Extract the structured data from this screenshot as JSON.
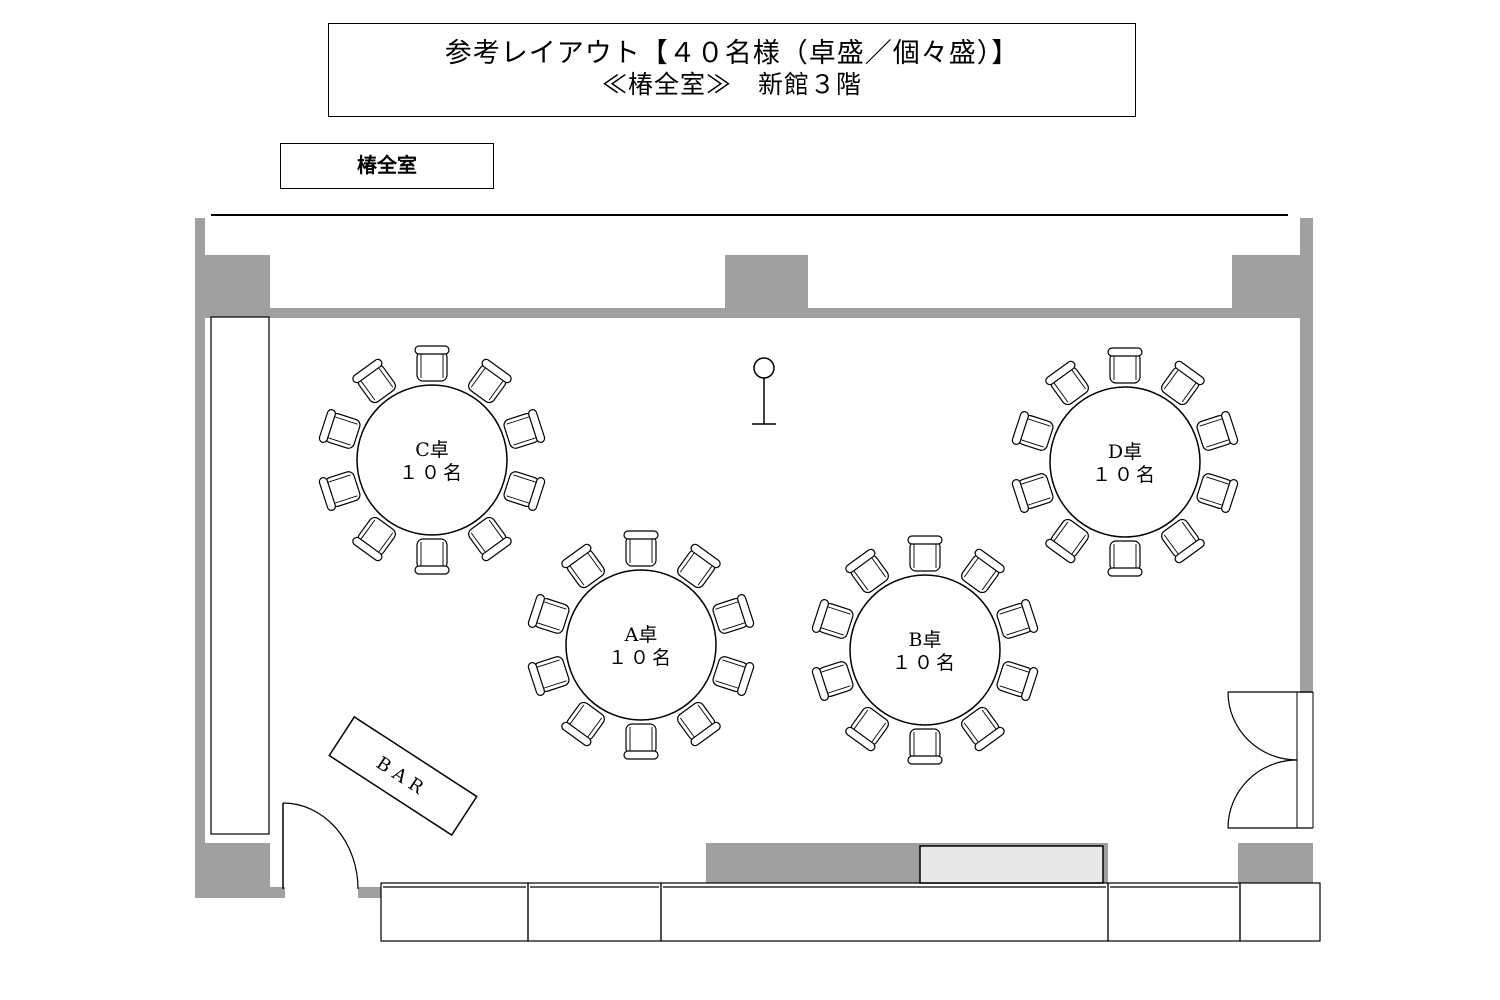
{
  "header": {
    "title_line1": "参考レイアウト【４０名様（卓盛／個々盛）】",
    "title_line2": "≪椿全室≫　新館３階"
  },
  "room_label": "椿全室",
  "tables": [
    {
      "id": "C",
      "name": "C卓",
      "capacity": "１０名",
      "seats": 10
    },
    {
      "id": "D",
      "name": "D卓",
      "capacity": "１０名",
      "seats": 10
    },
    {
      "id": "A",
      "name": "A卓",
      "capacity": "１０名",
      "seats": 10
    },
    {
      "id": "B",
      "name": "B卓",
      "capacity": "１０名",
      "seats": 10
    }
  ],
  "bar_label": "BAR",
  "colors": {
    "wall": "#a0a0a0",
    "line": "#000000",
    "fill": "#ffffff",
    "panel": "#e8e8e8"
  }
}
